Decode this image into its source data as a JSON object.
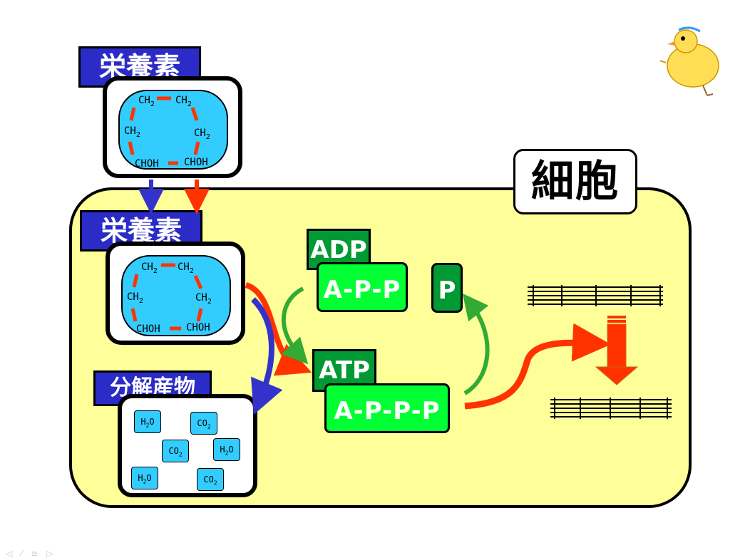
{
  "cell_label": "細胞",
  "nutrient_label": "栄養素",
  "decomposition_label": "分解産物",
  "molecule": {
    "atoms": [
      "CH2",
      "CH2",
      "CH2",
      "CH2",
      "CHOH",
      "CHOH"
    ]
  },
  "products": [
    "H2O",
    "CO2",
    "CO2",
    "H2O",
    "H2O",
    "CO2"
  ],
  "adp": {
    "tag": "ADP",
    "formula": "A-P-P"
  },
  "atp": {
    "tag": "ATP",
    "formula": "A-P-P-P"
  },
  "phosphate": "P",
  "colors": {
    "cell": "#ffff99",
    "label_blue": "#2b2bc8",
    "molecule": "#33ccff",
    "atp_green": "#00ff33",
    "tag_green": "#009933",
    "arrow_red": "#ff3300",
    "arrow_blue": "#3333cc"
  }
}
